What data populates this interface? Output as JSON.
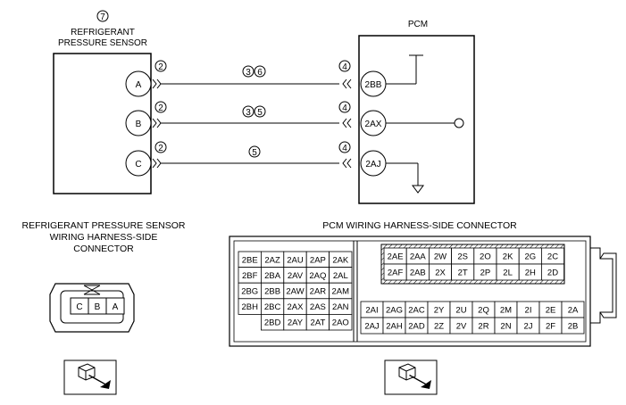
{
  "sensor": {
    "num": "7",
    "name_line1": "REFRIGERANT",
    "name_line2": "PRESSURE SENSOR"
  },
  "pcm": {
    "title": "PCM"
  },
  "wires": [
    {
      "sensor_pin": "A",
      "pcm_pin": "2BB",
      "left_note": "2",
      "mid_notes": [
        "3",
        "6"
      ],
      "right_note": "4"
    },
    {
      "sensor_pin": "B",
      "pcm_pin": "2AX",
      "left_note": "2",
      "mid_notes": [
        "3",
        "5"
      ],
      "right_note": "4"
    },
    {
      "sensor_pin": "C",
      "pcm_pin": "2AJ",
      "left_note": "2",
      "mid_notes": [
        "5"
      ],
      "right_note": "4"
    }
  ],
  "sensor_connector": {
    "title_line1": "REFRIGERANT PRESSURE SENSOR",
    "title_line2": "WIRING HARNESS-SIDE",
    "title_line3": "CONNECTOR",
    "pins": [
      "C",
      "B",
      "A"
    ]
  },
  "pcm_connector": {
    "title": "PCM WIRING HARNESS-SIDE CONNECTOR",
    "left_block": [
      [
        "2BE",
        "2AZ",
        "2AU",
        "2AP",
        "2AK"
      ],
      [
        "2BF",
        "2BA",
        "2AV",
        "2AQ",
        "2AL"
      ],
      [
        "2BG",
        "2BB",
        "2AW",
        "2AR",
        "2AM"
      ],
      [
        "2BH",
        "2BC",
        "2AX",
        "2AS",
        "2AN"
      ],
      [
        "",
        "2BD",
        "2AY",
        "2AT",
        "2AO"
      ]
    ],
    "right_top": [
      [
        "2AE",
        "2AA",
        "2W",
        "2S",
        "2O",
        "2K",
        "2G",
        "2C"
      ],
      [
        "2AF",
        "2AB",
        "2X",
        "2T",
        "2P",
        "2L",
        "2H",
        "2D"
      ]
    ],
    "right_bottom": [
      [
        "2AI",
        "2AG",
        "2AC",
        "2Y",
        "2U",
        "2Q",
        "2M",
        "2I",
        "2E",
        "2A"
      ],
      [
        "2AJ",
        "2AH",
        "2AD",
        "2Z",
        "2V",
        "2R",
        "2N",
        "2J",
        "2F",
        "2B"
      ]
    ]
  }
}
